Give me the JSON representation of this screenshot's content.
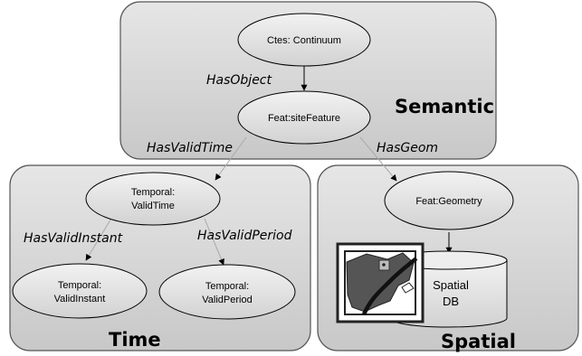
{
  "panels": {
    "semantic": {
      "title": "Semantic"
    },
    "time": {
      "title": "Time"
    },
    "spatial": {
      "title": "Spatial"
    }
  },
  "nodes": {
    "continuum": {
      "label": "Ctes: Continuum"
    },
    "site_feature": {
      "label": "Feat:siteFeature"
    },
    "valid_time": {
      "line1": "Temporal:",
      "line2": "ValidTime"
    },
    "valid_instant": {
      "line1": "Temporal:",
      "line2": "ValidInstant"
    },
    "valid_period": {
      "line1": "Temporal:",
      "line2": "ValidPeriod"
    },
    "geometry": {
      "label": "Feat:Geometry"
    }
  },
  "edges": {
    "has_object": "HasObject",
    "has_valid_time": "HasValidTime",
    "has_geom": "HasGeom",
    "has_valid_instant": "HasValidInstant",
    "has_valid_period": "HasValidPeriod"
  },
  "database": {
    "line1": "Spatial",
    "line2": "DB"
  }
}
